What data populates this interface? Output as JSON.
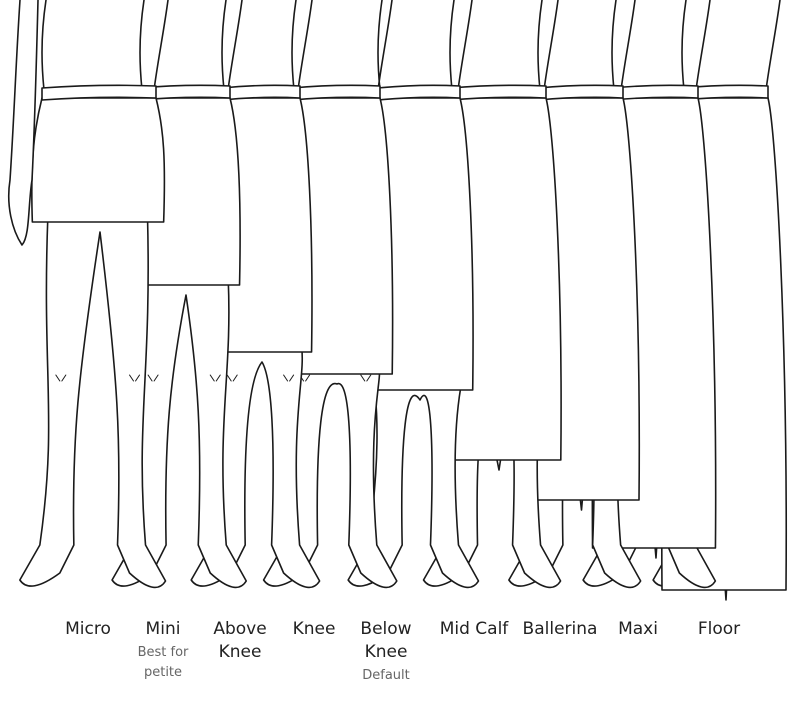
{
  "colors": {
    "line": "#1a1a1a",
    "label": "#222222",
    "note": "#666666",
    "background": "#ffffff"
  },
  "lengths": [
    {
      "label": "Micro",
      "note": ""
    },
    {
      "label": "Mini",
      "note": "Best for petite"
    },
    {
      "label": "Above Knee",
      "note": ""
    },
    {
      "label": "Knee",
      "note": ""
    },
    {
      "label": "Below Knee",
      "note": "Default"
    },
    {
      "label": "Mid Calf",
      "note": ""
    },
    {
      "label": "Ballerina",
      "note": ""
    },
    {
      "label": "Maxi",
      "note": ""
    },
    {
      "label": "Floor",
      "note": ""
    }
  ]
}
